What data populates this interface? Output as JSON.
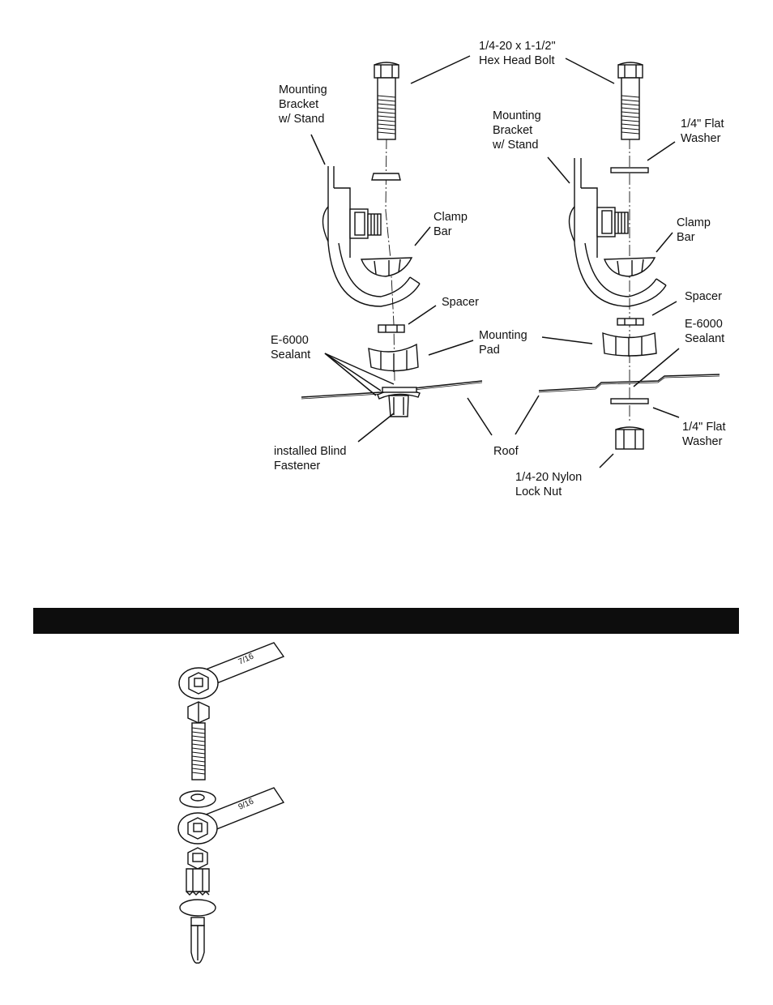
{
  "labels": {
    "hex_bolt": "1/4-20 x 1-1/2\"\nHex Head Bolt",
    "bracket_left": "Mounting\nBracket\nw/ Stand",
    "bracket_right": "Mounting\nBracket\nw/ Stand",
    "flat_washer_top": "1/4\" Flat\nWasher",
    "clamp_bar_left": "Clamp\nBar",
    "clamp_bar_right": "Clamp\nBar",
    "spacer_left": "Spacer",
    "spacer_right": "Spacer",
    "sealant_left": "E-6000\nSealant",
    "sealant_right": "E-6000\nSealant",
    "mounting_pad": "Mounting\nPad",
    "blind_fastener": "installed  Blind\nFastener",
    "roof": "Roof",
    "flat_washer_bottom": "1/4\" Flat\nWasher",
    "lock_nut": "1/4-20 Nylon\nLock Nut"
  },
  "wrench_sizes": {
    "upper": "7/16",
    "lower": "9/16"
  },
  "colors": {
    "ink": "#111111",
    "bar": "#0d0d0d",
    "gray": "#9a9a9a"
  }
}
